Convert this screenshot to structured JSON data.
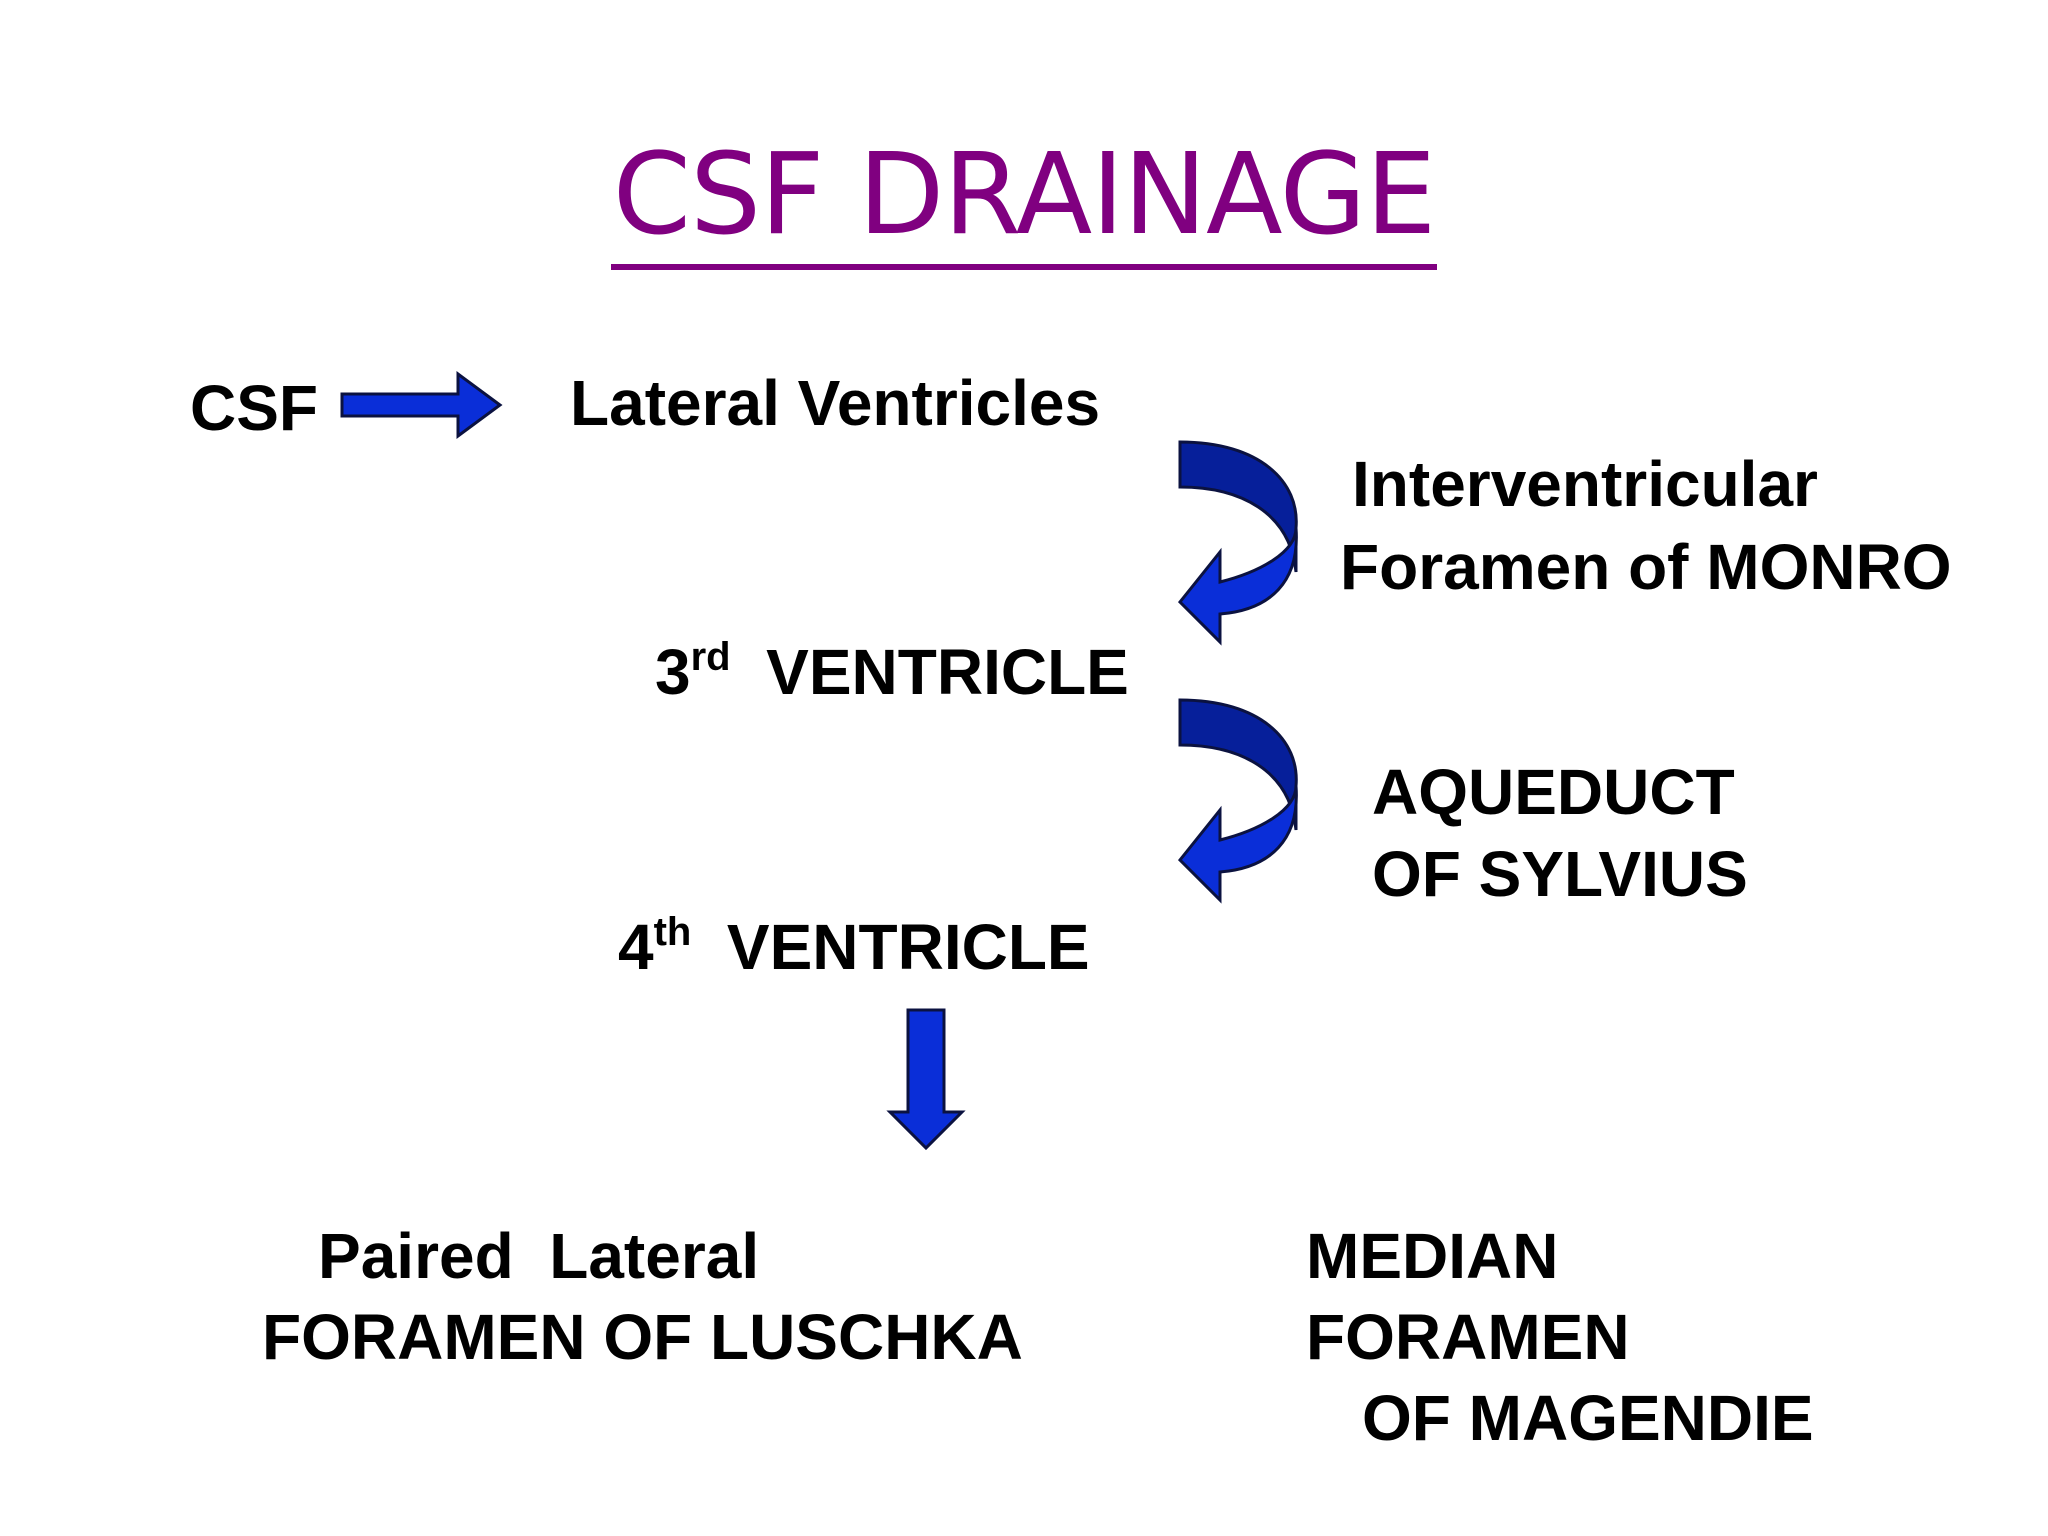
{
  "title": "CSF DRAINAGE",
  "nodes": {
    "csf": "CSF",
    "lateral_ventricles": "Lateral Ventricles",
    "third_num": "3",
    "third_sup": "rd",
    "third_word": "VENTRICLE",
    "fourth_num": "4",
    "fourth_sup": "th",
    "fourth_word": "VENTRICLE",
    "luschka_line1": "Paired  Lateral",
    "luschka_line2": "FORAMEN OF LUSCHKA",
    "magendie_line1": "MEDIAN",
    "magendie_line2": "FORAMEN",
    "magendie_line3": "OF MAGENDIE"
  },
  "connectors": {
    "monro_line1": "Interventricular",
    "monro_line2": "Foramen of  MONRO",
    "sylvius_line1": "AQUEDUCT",
    "sylvius_line2": "OF SYLVIUS"
  },
  "colors": {
    "title": "#800080",
    "arrow_fill": "#0a2ed8",
    "arrow_dark": "#061f9a",
    "arrow_stroke": "#0b1240",
    "text": "#000000"
  }
}
